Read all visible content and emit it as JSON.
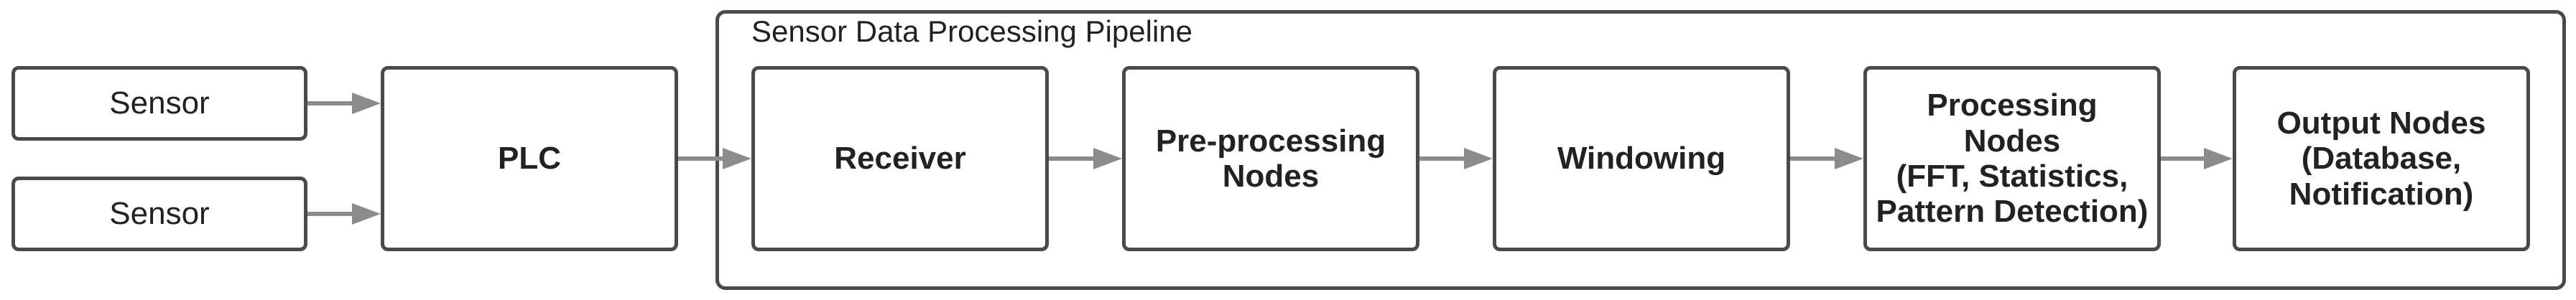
{
  "group": {
    "title": "Sensor Data Processing Pipeline"
  },
  "nodes": {
    "sensor_1": "Sensor",
    "sensor_2": "Sensor",
    "plc": "PLC",
    "receiver": "Receiver",
    "preprocessing": "Pre-processing\nNodes",
    "windowing": "Windowing",
    "processing": "Processing\nNodes\n(FFT, Statistics,\nPattern Detection)",
    "output": "Output Nodes\n(Database,\nNotification)"
  },
  "edges": [
    {
      "from": "sensor_1",
      "to": "plc"
    },
    {
      "from": "sensor_2",
      "to": "plc"
    },
    {
      "from": "plc",
      "to": "receiver"
    },
    {
      "from": "receiver",
      "to": "preprocessing"
    },
    {
      "from": "preprocessing",
      "to": "windowing"
    },
    {
      "from": "windowing",
      "to": "processing"
    },
    {
      "from": "processing",
      "to": "output"
    }
  ],
  "colors": {
    "border": "#4a4a4a",
    "arrow": "#8c8c8c",
    "text": "#222222"
  }
}
